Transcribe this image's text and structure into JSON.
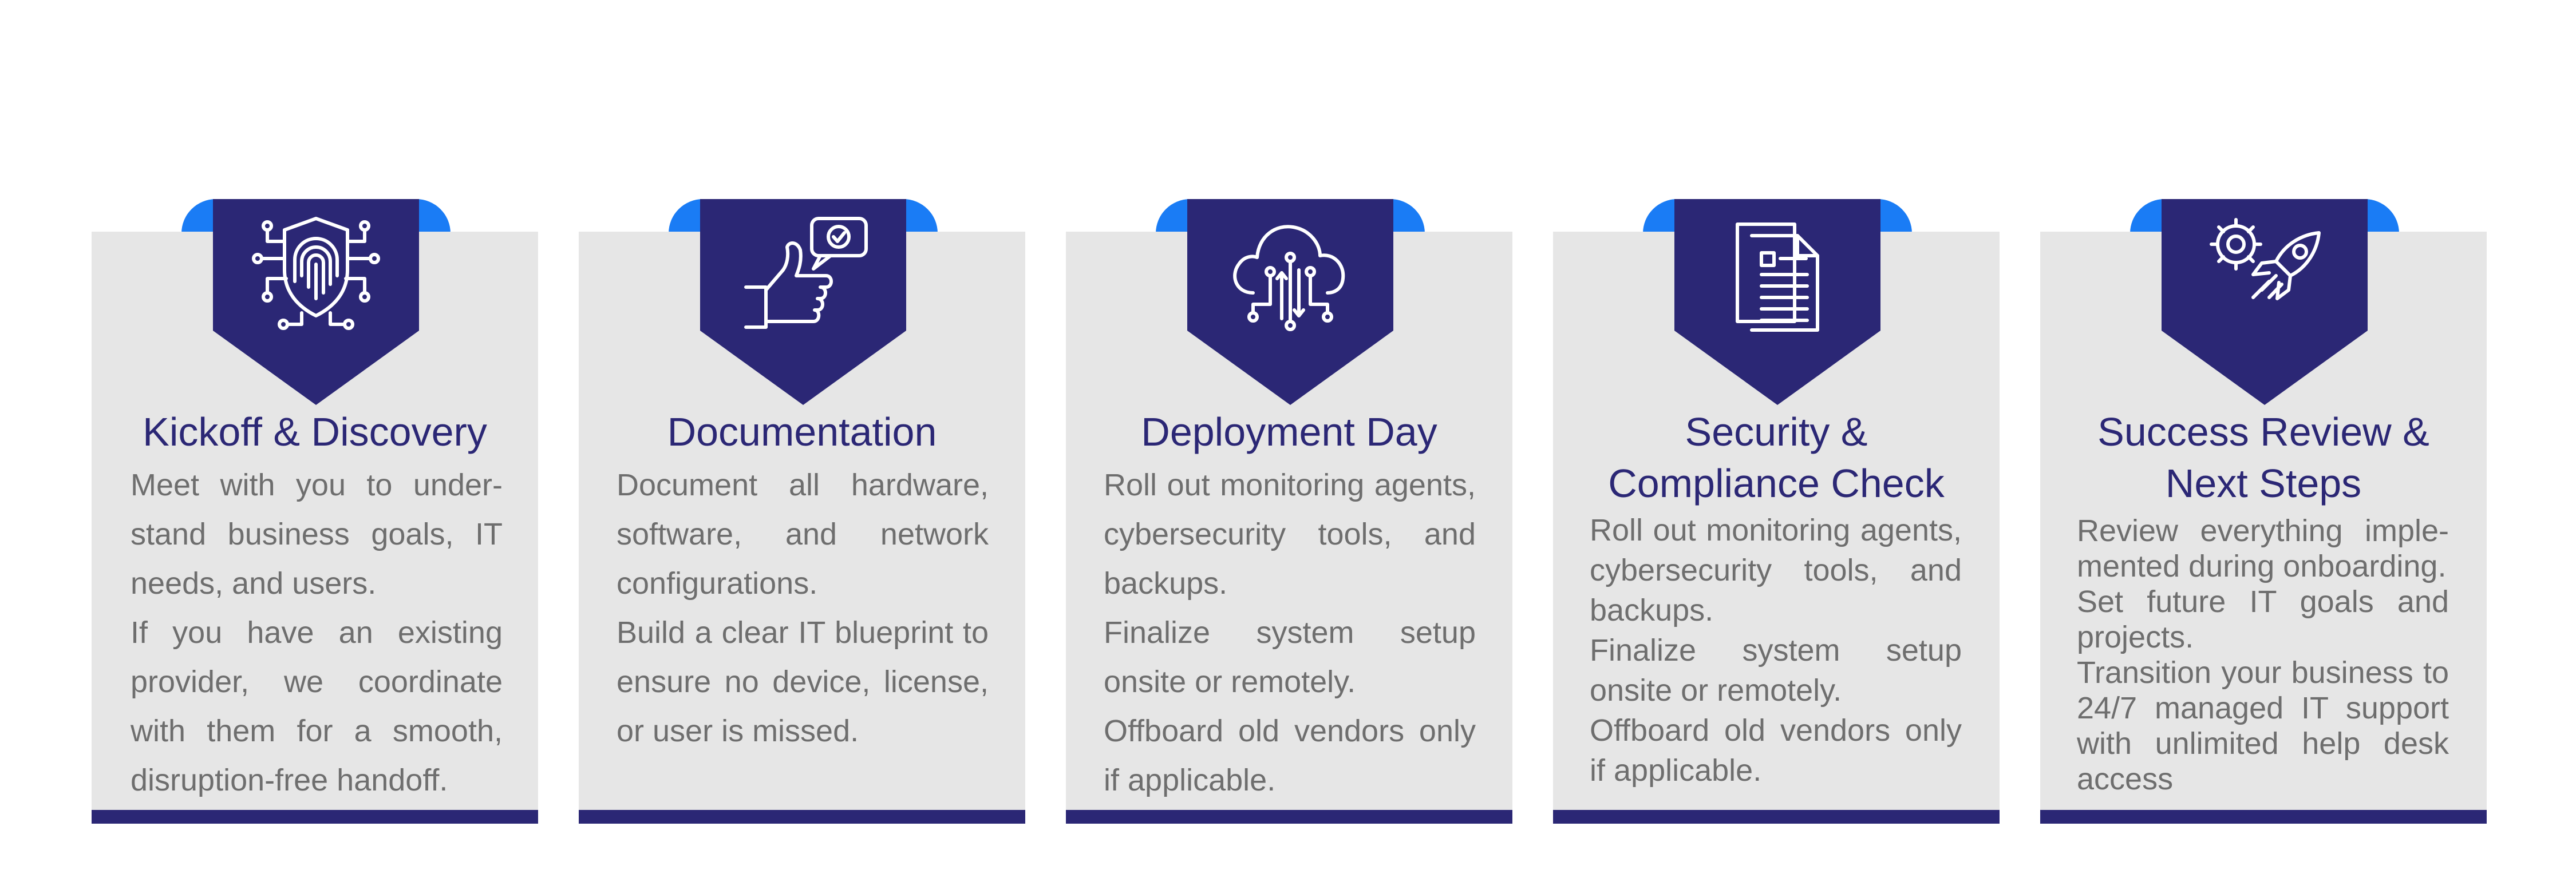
{
  "colors": {
    "navy": "#2b2775",
    "blue": "#1a7cf5",
    "card": "#e6e6e6",
    "text": "#6e6e6e"
  },
  "steps": [
    {
      "icon": "fingerprint-shield-icon",
      "title": "Kickoff & Discovery",
      "paragraphs": [
        "Meet with you to under-stand business goals, IT needs, and users.",
        "If you have an existing provider, we coordinate with them for a smooth, disruption-free handoff."
      ]
    },
    {
      "icon": "thumbs-up-check-icon",
      "title": "Documentation",
      "paragraphs": [
        "Document all hardware, software, and network configurations.",
        "Build a clear IT blueprint to ensure no device, license, or user is missed."
      ]
    },
    {
      "icon": "cloud-network-icon",
      "title": "Deployment Day",
      "paragraphs": [
        "Roll out monitoring agents, cybersecurity tools, and backups.",
        "Finalize system setup onsite or remotely.",
        "Offboard old vendors only if applicable."
      ]
    },
    {
      "icon": "documents-icon",
      "title": "Security & Compliance Check",
      "paragraphs": [
        "Roll out monitoring agents, cybersecurity tools, and backups.",
        "Finalize system setup onsite or remotely.",
        "Offboard old vendors only if applicable."
      ]
    },
    {
      "icon": "gear-rocket-icon",
      "title": "Success Review & Next Steps",
      "paragraphs": [
        "Review everything imple-mented during onboarding.",
        "Set future IT goals and projects.",
        "Transition your business to 24/7 managed IT support with unlimited help desk access"
      ]
    }
  ]
}
